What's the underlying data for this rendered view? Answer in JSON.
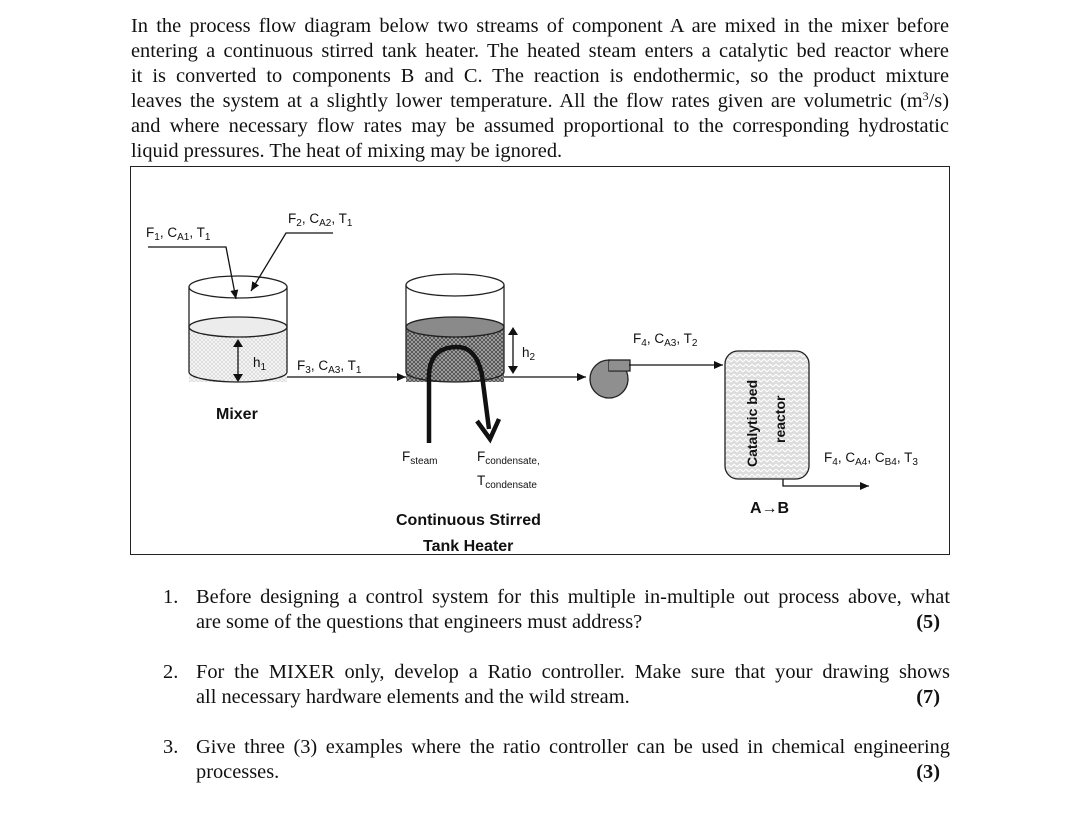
{
  "intro": {
    "lines": [
      "In the process flow diagram below two streams of component A are mixed in the mixer before",
      "entering a continuous stirred tank heater. The heated steam enters a catalytic bed reactor where",
      "it is converted to components B and C. The reaction is endothermic, so the product mixture",
      "leaves the system at a slightly lower temperature. All the flow rates given are volumetric (m",
      "and where necessary flow rates may be assumed proportional to the corresponding hydrostatic",
      "liquid pressures. The heat of mixing may be ignored."
    ],
    "units_sup": "3",
    "units_tail": "/s)"
  },
  "diagram": {
    "stream1": {
      "F": "F",
      "F_sub": "1",
      "sep": ", ",
      "C": "C",
      "C_sub": "A1",
      "T": "T",
      "T_sub": "1"
    },
    "stream2": {
      "F": "F",
      "F_sub": "2",
      "sep": ", ",
      "C": "C",
      "C_sub": "A2",
      "T": "T",
      "T_sub": "1"
    },
    "stream3": {
      "F": "F",
      "F_sub": "3",
      "sep": ", ",
      "C": "C",
      "C_sub": "A3",
      "T": "T",
      "T_sub": "1"
    },
    "stream4": {
      "F": "F",
      "F_sub": "4",
      "sep": ", ",
      "C": "C",
      "C_sub": "A3",
      "T": "T",
      "T_sub": "2"
    },
    "stream5": {
      "F": "F",
      "F_sub": "4",
      "sep": ", ",
      "C": "C",
      "C_sub": "A4",
      "C2": "C",
      "C2_sub": "B4",
      "T": "T",
      "T_sub": "3"
    },
    "h1": "h",
    "h1_sub": "1",
    "h2": "h",
    "h2_sub": "2",
    "mixer_label": "Mixer",
    "steam": {
      "F": "F",
      "F_sub": "steam"
    },
    "condensate": {
      "F": "F",
      "F_sub": "condensate,",
      "T": "T",
      "T_sub": "condensate"
    },
    "heater_label_1": "Continuous Stirred",
    "heater_label_2": "Tank Heater",
    "reactor_label_1": "Catalytic bed",
    "reactor_label_2": "reactor",
    "reaction": "A→B"
  },
  "questions": [
    {
      "num": "1.",
      "lines": [
        "Before designing a control system for this multiple in-multiple out process above, what",
        "are some of the questions that engineers must address?"
      ],
      "marks": "(5)"
    },
    {
      "num": "2.",
      "lines": [
        "For the MIXER only, develop a Ratio controller. Make sure that your drawing shows",
        "all necessary hardware elements and the wild stream."
      ],
      "marks": "(7)"
    },
    {
      "num": "3.",
      "lines": [
        "Give three (3) examples where the ratio controller can be used in chemical engineering",
        "processes."
      ],
      "marks": "(3)"
    }
  ]
}
